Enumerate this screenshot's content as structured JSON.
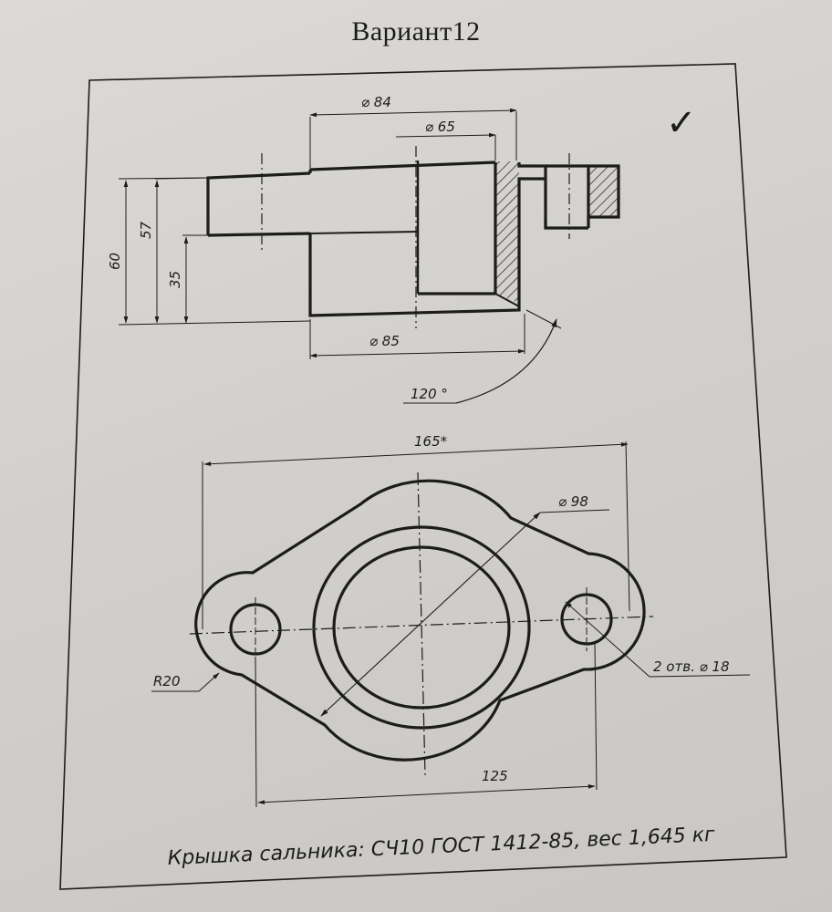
{
  "title": "Вариант12",
  "check_mark": "✓",
  "front_view": {
    "dim_d84": "⌀ 84",
    "dim_d65": "⌀ 65",
    "dim_d85": "⌀ 85",
    "dim_60": "60",
    "dim_57": "57",
    "dim_35": "35",
    "dim_angle": "120 °"
  },
  "top_view": {
    "dim_165": "165*",
    "dim_d98": "⌀ 98",
    "dim_r20": "R20",
    "dim_holes": "2 отв. ⌀ 18",
    "dim_125": "125"
  },
  "caption": "Крышка сальника: СЧ10 ГОСТ 1412-85, вес 1,645 кг",
  "colors": {
    "ink": "#1c1c1c",
    "paper": "#d6d4d0"
  }
}
